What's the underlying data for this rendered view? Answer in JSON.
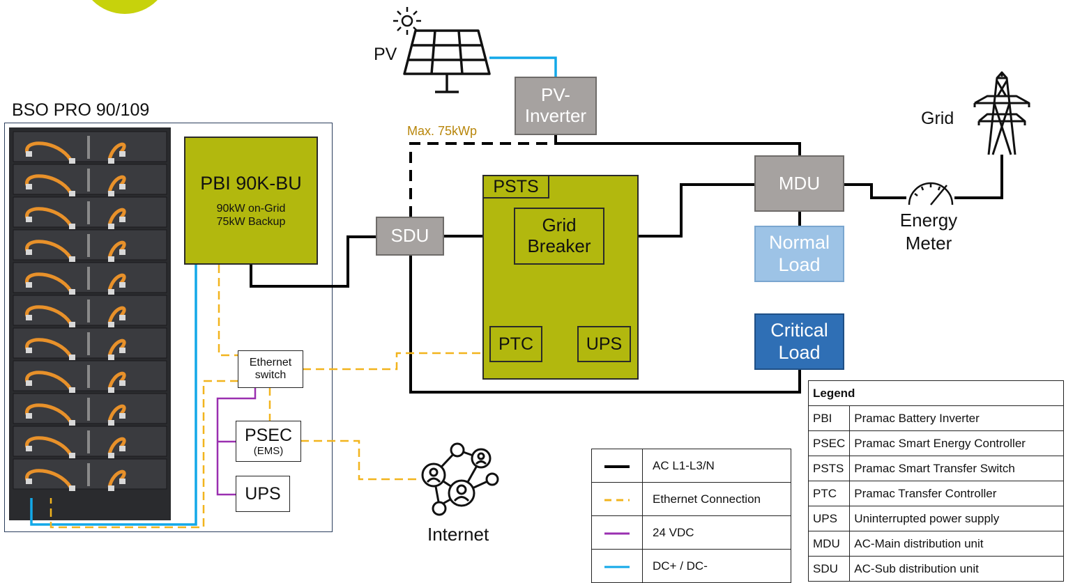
{
  "bso": {
    "title": "BSO  PRO  90/109"
  },
  "pbi": {
    "title": "PBI 90K-BU",
    "line1": "90kW on-Grid",
    "line2": "75kW Backup"
  },
  "pv": {
    "label": "PV",
    "inverter_line1": "PV-",
    "inverter_line2": "Inverter",
    "max": "Max. 75kWp"
  },
  "grid": {
    "label": "Grid"
  },
  "meter": {
    "line1": "Energy",
    "line2": "Meter"
  },
  "sdu": {
    "label": "SDU"
  },
  "psts": {
    "label": "PSTS",
    "breaker_line1": "Grid",
    "breaker_line2": "Breaker",
    "ptc": "PTC",
    "ups": "UPS"
  },
  "mdu": {
    "label": "MDU"
  },
  "normal_load": {
    "line1": "Normal",
    "line2": "Load"
  },
  "critical_load": {
    "line1": "Critical",
    "line2": "Load"
  },
  "ethernet_switch": {
    "line1": "Ethernet",
    "line2": "switch"
  },
  "psec": {
    "label": "PSEC",
    "sub": "(EMS)"
  },
  "ups_small": {
    "label": "UPS"
  },
  "internet": {
    "label": "Internet"
  },
  "line_key": [
    {
      "label": "AC L1-L3/N",
      "color": "#000000",
      "style": "solid"
    },
    {
      "label": "Ethernet Connection",
      "color": "#f2b41d",
      "style": "dashed"
    },
    {
      "label": "24 VDC",
      "color": "#9a2fb0",
      "style": "solid"
    },
    {
      "label": "DC+ / DC-",
      "color": "#12a8e8",
      "style": "solid"
    }
  ],
  "legend": {
    "title": "Legend",
    "rows": [
      {
        "abbr": "PBI",
        "desc": "Pramac Battery Inverter"
      },
      {
        "abbr": "PSEC",
        "desc": "Pramac Smart Energy Controller"
      },
      {
        "abbr": "PSTS",
        "desc": "Pramac Smart Transfer Switch"
      },
      {
        "abbr": "PTC",
        "desc": "Pramac Transfer Controller"
      },
      {
        "abbr": "UPS",
        "desc": "Uninterrupted power supply"
      },
      {
        "abbr": "MDU",
        "desc": "AC-Main distribution unit"
      },
      {
        "abbr": "SDU",
        "desc": "AC-Sub distribution unit"
      }
    ]
  },
  "colors": {
    "ac": "#000000",
    "ethernet": "#f2b41d",
    "vdc": "#9a2fb0",
    "dc": "#12a8e8",
    "olive": "#b2b80e",
    "gray": "#a6a2a0",
    "normal_load": "#9dc3e6",
    "critical_load": "#2f6fb5",
    "logo": "#c7d20c"
  }
}
